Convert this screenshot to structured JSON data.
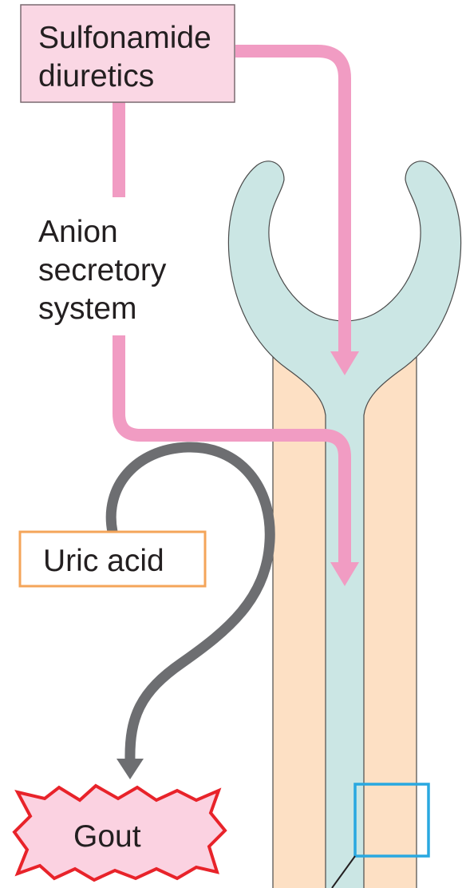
{
  "labels": {
    "drug": [
      "Sulfonamide",
      "diuretics"
    ],
    "system": [
      "Anion",
      "secretory",
      "system"
    ],
    "substance": "Uric acid",
    "outcome": "Gout"
  },
  "colors": {
    "drug_box_fill": "#fad7e4",
    "drug_box_stroke": "#7a6a70",
    "pink_arrow": "#f19cc3",
    "tubule_outer": "#fde0c4",
    "tubule_lumen": "#cbe6e4",
    "gray_arrow": "#6d6e71",
    "uric_box_stroke": "#f4a55a",
    "gout_fill": "#fbd2e1",
    "gout_stroke": "#e8232a",
    "inset_box": "#29a8e0"
  }
}
